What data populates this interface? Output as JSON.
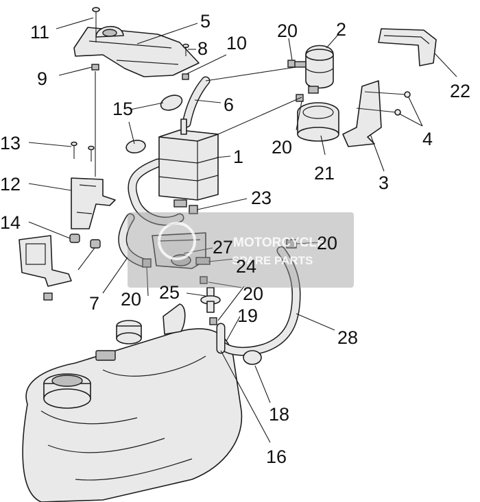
{
  "diagram": {
    "callouts": {
      "c1": "1",
      "c2": "2",
      "c3": "3",
      "c4": "4",
      "c5": "5",
      "c6": "6",
      "c7": "7",
      "c8": "8",
      "c9": "9",
      "c10": "10",
      "c11": "11",
      "c12": "12",
      "c13": "13",
      "c14": "14",
      "c15": "15",
      "c16": "16",
      "c18": "18",
      "c19": "19",
      "c20a": "20",
      "c20b": "20",
      "c20c": "20",
      "c20d": "20",
      "c20e": "20",
      "c21": "21",
      "c22": "22",
      "c23": "23",
      "c24": "24",
      "c25": "25",
      "c27": "27",
      "c28": "28"
    }
  },
  "watermark": {
    "brand": "MOTORCYCLE",
    "tagline": "SPARE PARTS",
    "color": "#9a9a9a"
  }
}
